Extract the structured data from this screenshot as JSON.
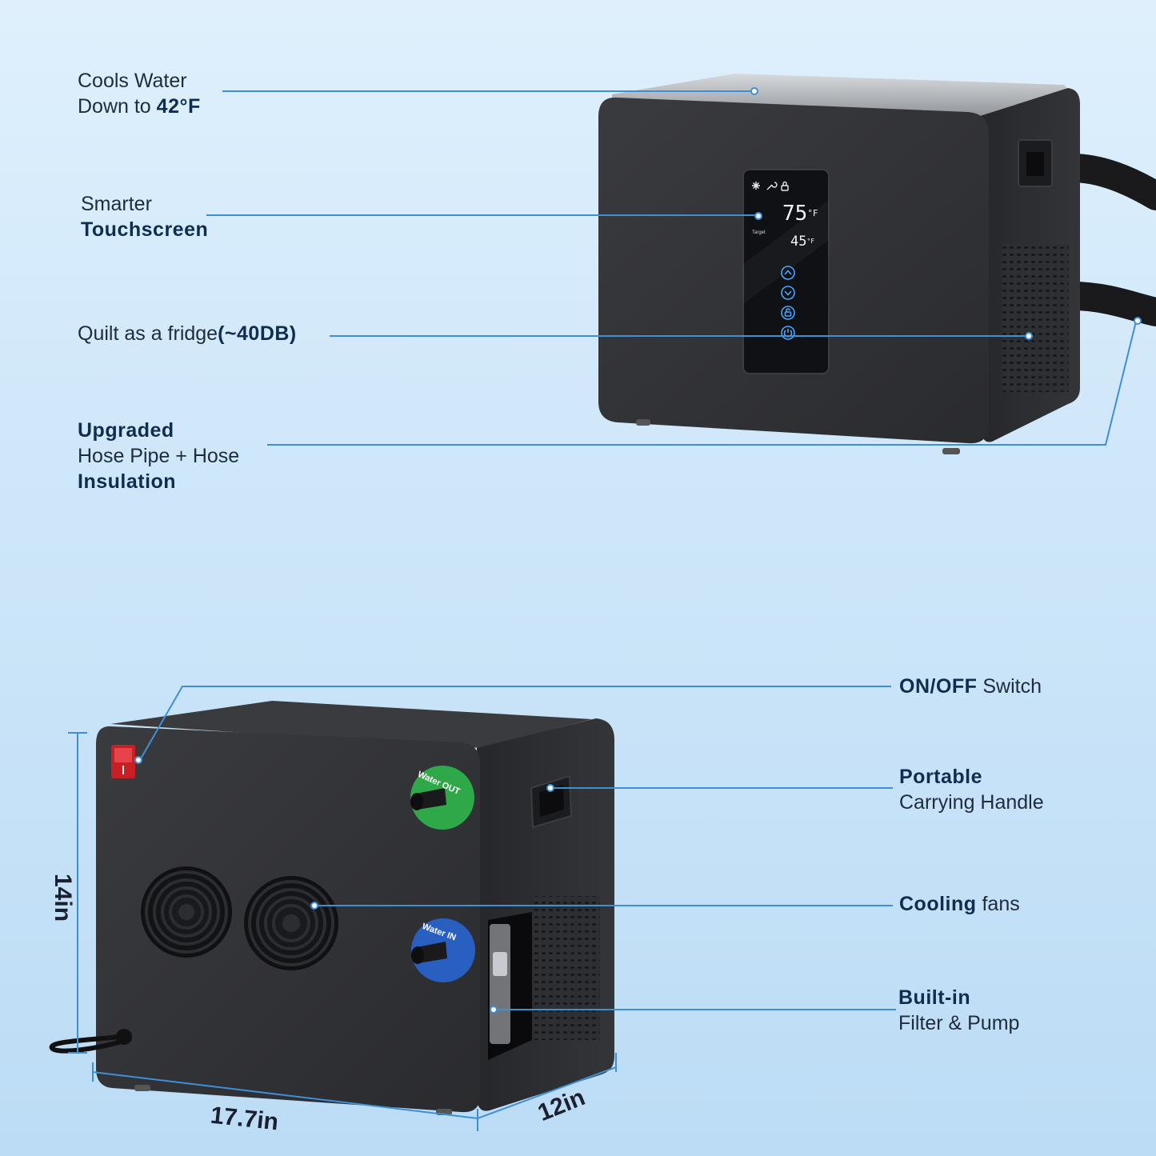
{
  "callouts": {
    "cools_line1": "Cools Water",
    "cools_line2_prefix": "Down to ",
    "cools_line2_bold": "42°F",
    "touch_line1": "Smarter",
    "touch_line2": "Touchscreen",
    "quiet_prefix": "Quilt as a fridge",
    "quiet_bold": "(~40DB)",
    "hose_line1": "Upgraded",
    "hose_line2": "Hose Pipe + Hose",
    "hose_line3": "Insulation",
    "switch_bold": "ON/OFF",
    "switch_text": " Switch",
    "handle_line1": "Portable",
    "handle_line2": "Carrying Handle",
    "fans_bold": "Cooling",
    "fans_text": " fans",
    "filter_line1": "Built-in",
    "filter_line2": "Filter & Pump"
  },
  "display": {
    "current_temp": "75",
    "current_unit": "°F",
    "target_label": "Target",
    "target_temp": "45",
    "target_unit": "°F"
  },
  "ports": {
    "out_label": "Water OUT",
    "in_label": "Water IN"
  },
  "dimensions": {
    "height": "14in",
    "width": "17.7in",
    "depth": "12in"
  },
  "colors": {
    "accent": "#3f8fd6",
    "unit_body": "#2c2d30",
    "water_out": "#2fa84a",
    "water_in": "#2a5fc2",
    "switch": "#d62828"
  },
  "icons": [
    "snowflake-icon",
    "wrench-icon",
    "lock-icon",
    "chevron-up-icon",
    "chevron-down-icon",
    "unlock-icon",
    "power-icon"
  ]
}
